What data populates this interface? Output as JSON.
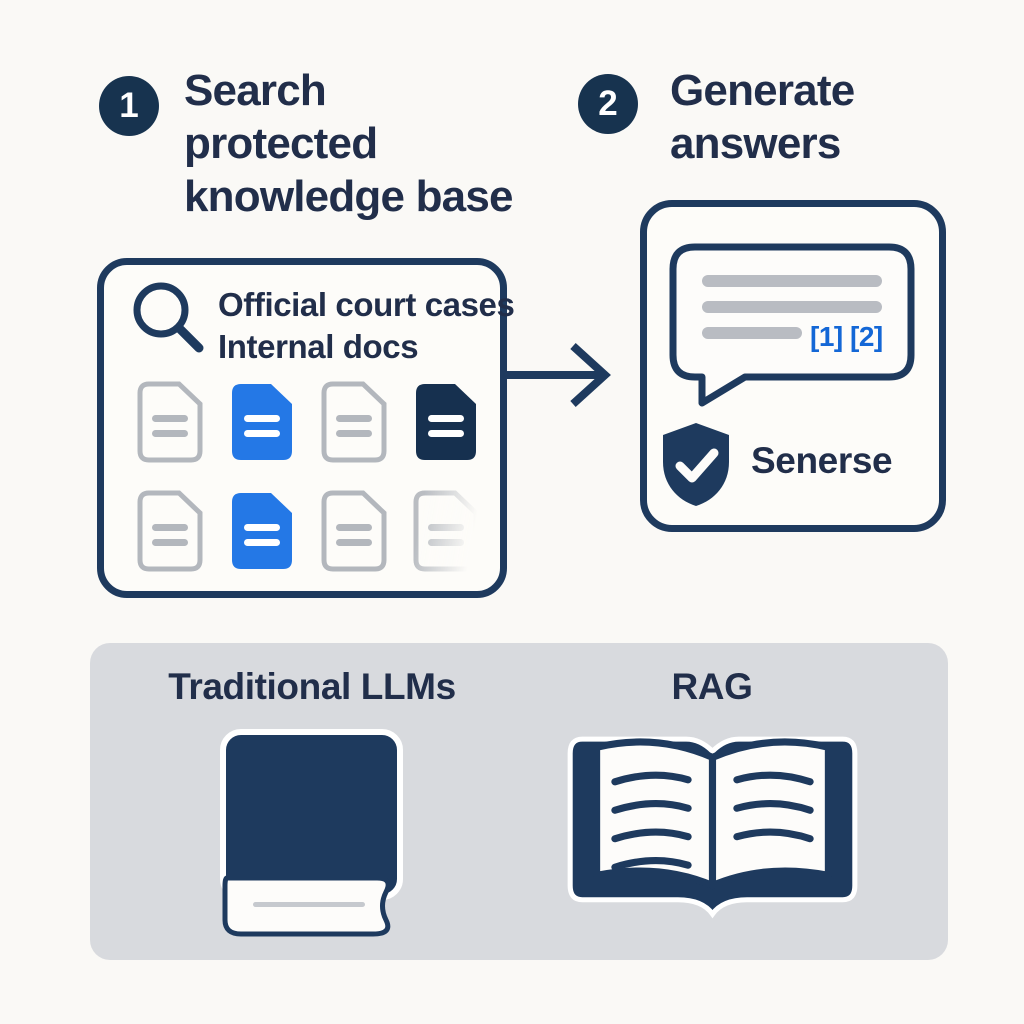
{
  "colors": {
    "page_bg": "#faf9f6",
    "panel_bg": "#fdfcf9",
    "text_navy": "#212e4a",
    "stroke_navy": "#1e3a5e",
    "badge_navy": "#17334f",
    "doc_blue": "#2478e6",
    "doc_navy": "#16304f",
    "gray_outline": "#b3b7bd",
    "bar_gray": "#b9bcc2",
    "citation_blue": "#1467d6",
    "compare_gray": "#d8dade"
  },
  "steps": [
    {
      "number": "1",
      "title": "Search\nprotected\nknowledge base"
    },
    {
      "number": "2",
      "title": "Generate\nanswers"
    }
  ],
  "knowledge_base": {
    "search_label": "Official court cases\nInternal docs",
    "documents": [
      {
        "variant": "outline"
      },
      {
        "variant": "blue"
      },
      {
        "variant": "outline"
      },
      {
        "variant": "navy"
      },
      {
        "variant": "outline"
      },
      {
        "variant": "blue"
      },
      {
        "variant": "outline"
      },
      {
        "variant": "faded"
      }
    ]
  },
  "answer": {
    "citations": "[1] [2]",
    "source_label": "Senerse"
  },
  "comparison": {
    "items": [
      {
        "label": "Traditional LLMs",
        "icon": "closed-book"
      },
      {
        "label": "RAG",
        "icon": "open-book"
      }
    ]
  }
}
